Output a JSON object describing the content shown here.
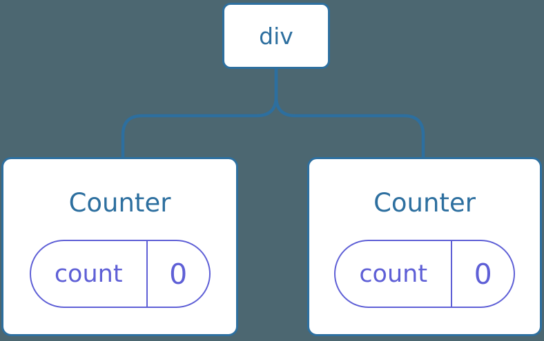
{
  "diagram": {
    "type": "component-tree",
    "colors": {
      "background": "#4C6771",
      "accent_blue": "#2D6F9F",
      "accent_purple": "#5E5FD6",
      "card_background": "#FFFFFF"
    },
    "root": {
      "label": "div"
    },
    "children": [
      {
        "title": "Counter",
        "state_key": "count",
        "state_value": "0"
      },
      {
        "title": "Counter",
        "state_key": "count",
        "state_value": "0"
      }
    ]
  }
}
